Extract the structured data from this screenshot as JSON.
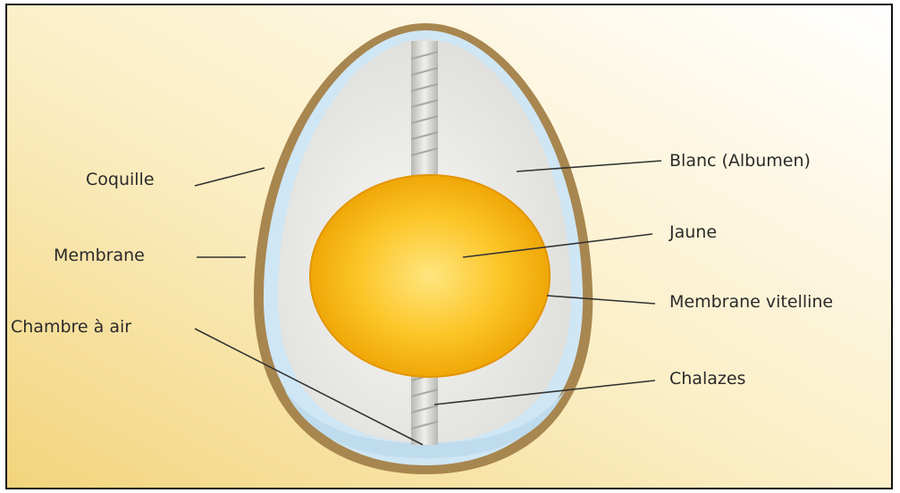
{
  "diagram": {
    "labels": {
      "coquille": "Coquille",
      "membrane": "Membrane",
      "chambre_a_air": "Chambre à air",
      "blanc": "Blanc (Albumen)",
      "jaune": "Jaune",
      "membrane_vitelline": "Membrane vitelline",
      "chalazes": "Chalazes"
    },
    "colors": {
      "background_yellow": "#f5dd8a",
      "shell": "#a8864f",
      "membrane": "#cfe6f4",
      "albumen": "#e9e9e6",
      "yolk": "#f6b400",
      "chalaza": "#d6d6d2",
      "leader_line": "#333333"
    }
  }
}
